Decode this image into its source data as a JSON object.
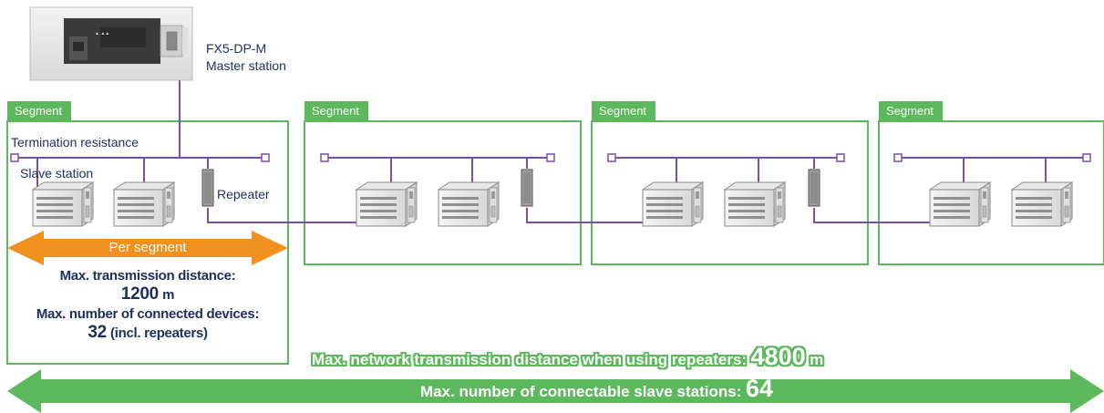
{
  "master": {
    "model": "FX5-DP-M",
    "role": "Master station"
  },
  "segments": [
    {
      "label": "Segment"
    },
    {
      "label": "Segment"
    },
    {
      "label": "Segment"
    },
    {
      "label": "Segment"
    }
  ],
  "annotations": {
    "termination": "Termination resistance",
    "slave": "Slave station",
    "repeater": "Repeater"
  },
  "per_segment": {
    "label": "Per segment",
    "distance_label": "Max. transmission distance:",
    "distance_value": "1200",
    "distance_unit": "m",
    "devices_label": "Max. number of connected devices:",
    "devices_value": "32",
    "devices_note": "(incl. repeaters)"
  },
  "network": {
    "distance_label": "Max. network transmission distance when using repeaters:",
    "distance_value": "4800",
    "distance_unit": "m",
    "slaves_label": "Max. number of connectable slave stations:",
    "slaves_value": "64"
  },
  "colors": {
    "segment_green": "#5cb85c",
    "bus_purple": "#7b4fa0",
    "arrow_orange": "#f0901e",
    "text_navy": "#1d2f5e"
  }
}
